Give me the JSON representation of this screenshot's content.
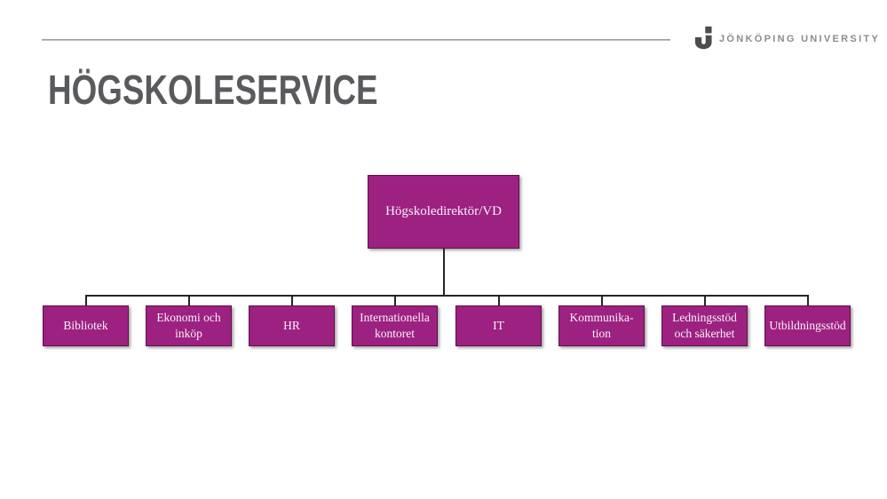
{
  "page": {
    "title": "HÖGSKOLESERVICE"
  },
  "logo": {
    "text": "JÖNKÖPING UNIVERSITY",
    "mark": "jonkoping-j-block-icon"
  },
  "org_chart": {
    "root": {
      "label": "Högskoledirektör/VD"
    },
    "children": [
      {
        "label": "Bibliotek"
      },
      {
        "label": "Ekonomi och\ninköp"
      },
      {
        "label": "HR"
      },
      {
        "label": "Internationella\nkontoret"
      },
      {
        "label": "IT"
      },
      {
        "label": "Kommunika-\ntion"
      },
      {
        "label": "Ledningsstöd\noch säkerhet"
      },
      {
        "label": "Utbildningsstöd"
      }
    ]
  },
  "colors": {
    "box-fill": "#9d2181",
    "box-border": "#5e0f4a",
    "box-text": "#f9f2f8",
    "connector": "#262626",
    "title": "#595a5d",
    "rule": "#8f8f8f",
    "logo-mark": "#4d4d4f",
    "logo-text": "#8b8c90"
  }
}
